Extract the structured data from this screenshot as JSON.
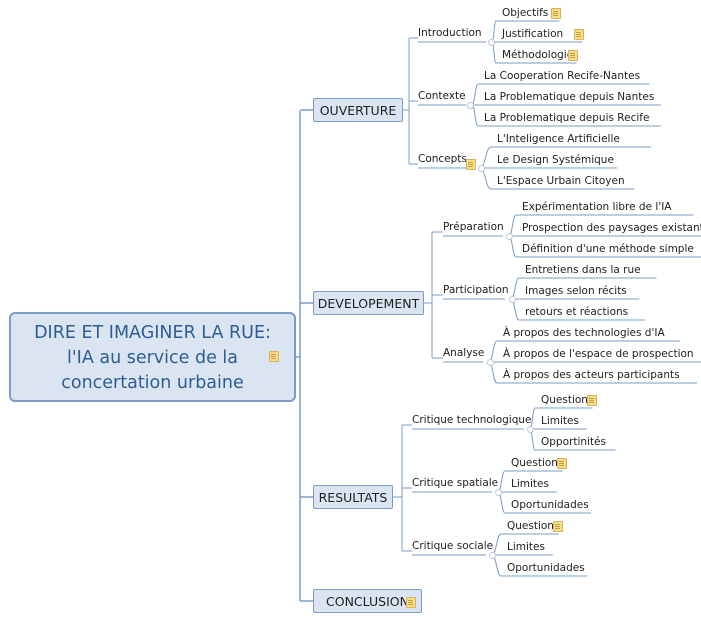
{
  "root": {
    "lines": [
      "DIRE ET IMAGINER LA RUE:",
      "l'IA au service de la",
      "concertation urbaine"
    ]
  },
  "branches": [
    {
      "label": "OUVERTURE",
      "subs": [
        {
          "label": "Introduction",
          "leaves": [
            "Objectifs",
            "Justification",
            "Méthodologie"
          ]
        },
        {
          "label": "Contexte",
          "leaves": [
            "La Cooperation Recife-Nantes",
            "La Problematique depuis Nantes",
            "La Problematique depuis Recife"
          ]
        },
        {
          "label": "Concepts",
          "leaves": [
            "L'Inteligence Artificielle",
            "Le Design Systémique",
            "L'Espace Urbain Citoyen"
          ]
        }
      ]
    },
    {
      "label": "DEVELOPEMENT",
      "subs": [
        {
          "label": "Préparation",
          "leaves": [
            "Expérimentation libre de l'IA",
            "Prospection des paysages existants",
            "Définition d'une méthode simple"
          ]
        },
        {
          "label": "Participation",
          "leaves": [
            "Entretiens dans la rue",
            "Images selon récits",
            "retours et réactions"
          ]
        },
        {
          "label": "Analyse",
          "leaves": [
            "À propos des technologies d'IA",
            "À propos de l'espace de prospection",
            "À propos des acteurs participants"
          ]
        }
      ]
    },
    {
      "label": "RESULTATS",
      "subs": [
        {
          "label": "Critique technologique",
          "leaves": [
            "Question",
            "Limites",
            "Opportinités"
          ]
        },
        {
          "label": "Critique spatiale",
          "leaves": [
            "Question",
            "Limites",
            "Oportunidades"
          ]
        },
        {
          "label": "Critique sociale",
          "leaves": [
            "Question",
            "Limites",
            "Oportunidades"
          ]
        }
      ]
    },
    {
      "label": "CONCLUSION",
      "subs": []
    }
  ],
  "colors": {
    "line": "#7a9cc6",
    "branch_fill": "#dbe5f1",
    "root_text": "#2e5d93",
    "note": "#f7dc8a"
  }
}
